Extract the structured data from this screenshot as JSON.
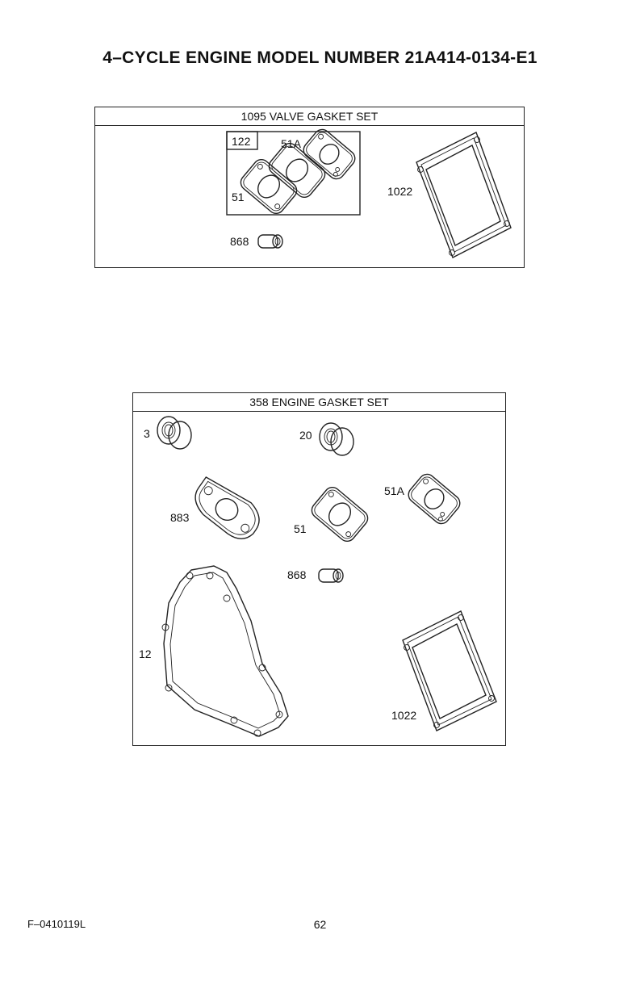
{
  "page": {
    "title": "4–CYCLE ENGINE MODEL NUMBER 21A414-0134-E1",
    "footer_code": "F–0410119L",
    "page_number": "62"
  },
  "valve_gasket_set": {
    "header": "1095 VALVE GASKET SET",
    "labels": {
      "kit": "122",
      "gasket_51a": "51A",
      "gasket_51": "51",
      "rocker_gasket": "1022",
      "valve_seal": "868"
    }
  },
  "engine_gasket_set": {
    "header": "358 ENGINE GASKET SET",
    "labels": {
      "seal_3": "3",
      "seal_20": "20",
      "gasket_51a": "51A",
      "gasket_883": "883",
      "gasket_51": "51",
      "valve_seal": "868",
      "crankcase_gasket": "12",
      "rocker_gasket": "1022"
    }
  }
}
